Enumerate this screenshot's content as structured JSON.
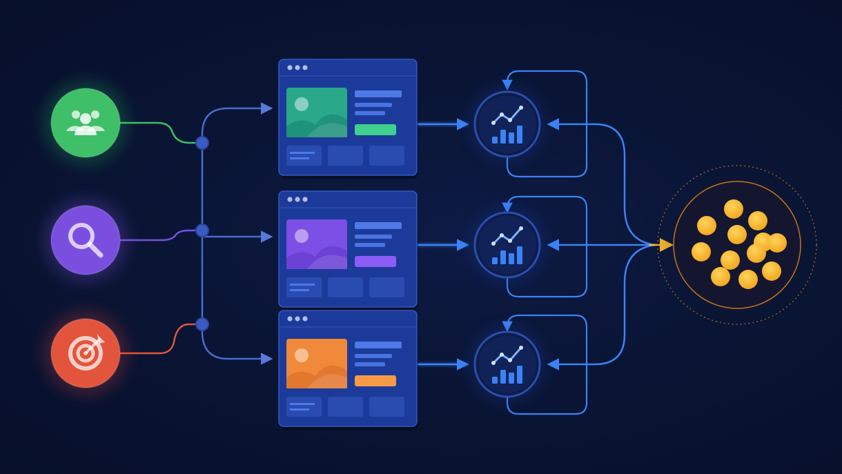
{
  "colors": {
    "background": "#0a1535",
    "connector": "#4a6bd0",
    "accent_blue": "#3b82f6",
    "panel": "#1c3a99",
    "panel_border": "#3557c0",
    "widget": "#2a4bb0",
    "gold": "#f5b52a",
    "gold_ring": "#e08a1e"
  },
  "sources": [
    {
      "id": "audience",
      "icon": "users-icon",
      "color": "#3fbf68",
      "glow": "#22c55e"
    },
    {
      "id": "search",
      "icon": "search-icon",
      "color": "#7a4fe0",
      "glow": "#8b5cf6"
    },
    {
      "id": "target",
      "icon": "target-icon",
      "color": "#e2553c",
      "glow": "#ef4444"
    }
  ],
  "variants": [
    {
      "id": "green",
      "image_color": "#2aa88a",
      "image_color_2": "#1e8f7a",
      "cta_color": "#3fcf8e"
    },
    {
      "id": "purple",
      "image_color": "#7c4fe6",
      "image_color_2": "#6a3fd3",
      "cta_color": "#8b5cf6"
    },
    {
      "id": "orange",
      "image_color": "#f08a3a",
      "image_color_2": "#e07530",
      "cta_color": "#f59a45"
    }
  ],
  "analytics": [
    {
      "icon": "chart-icon"
    },
    {
      "icon": "chart-icon"
    },
    {
      "icon": "chart-icon"
    }
  ],
  "audience_cluster": {
    "icon": "audience-cluster-icon",
    "dot_count": 12
  }
}
